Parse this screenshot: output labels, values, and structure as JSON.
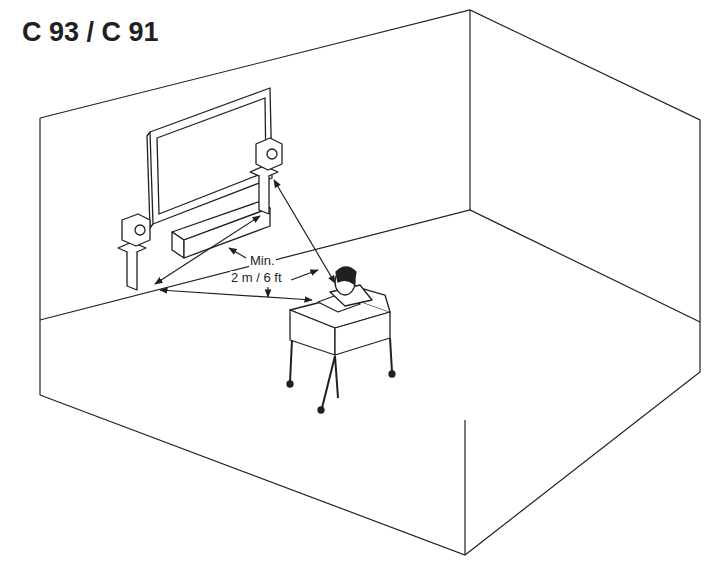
{
  "diagram": {
    "title": "C 93 / C 91",
    "labels": [
      "Min.",
      "2 m / 6 ft"
    ]
  }
}
